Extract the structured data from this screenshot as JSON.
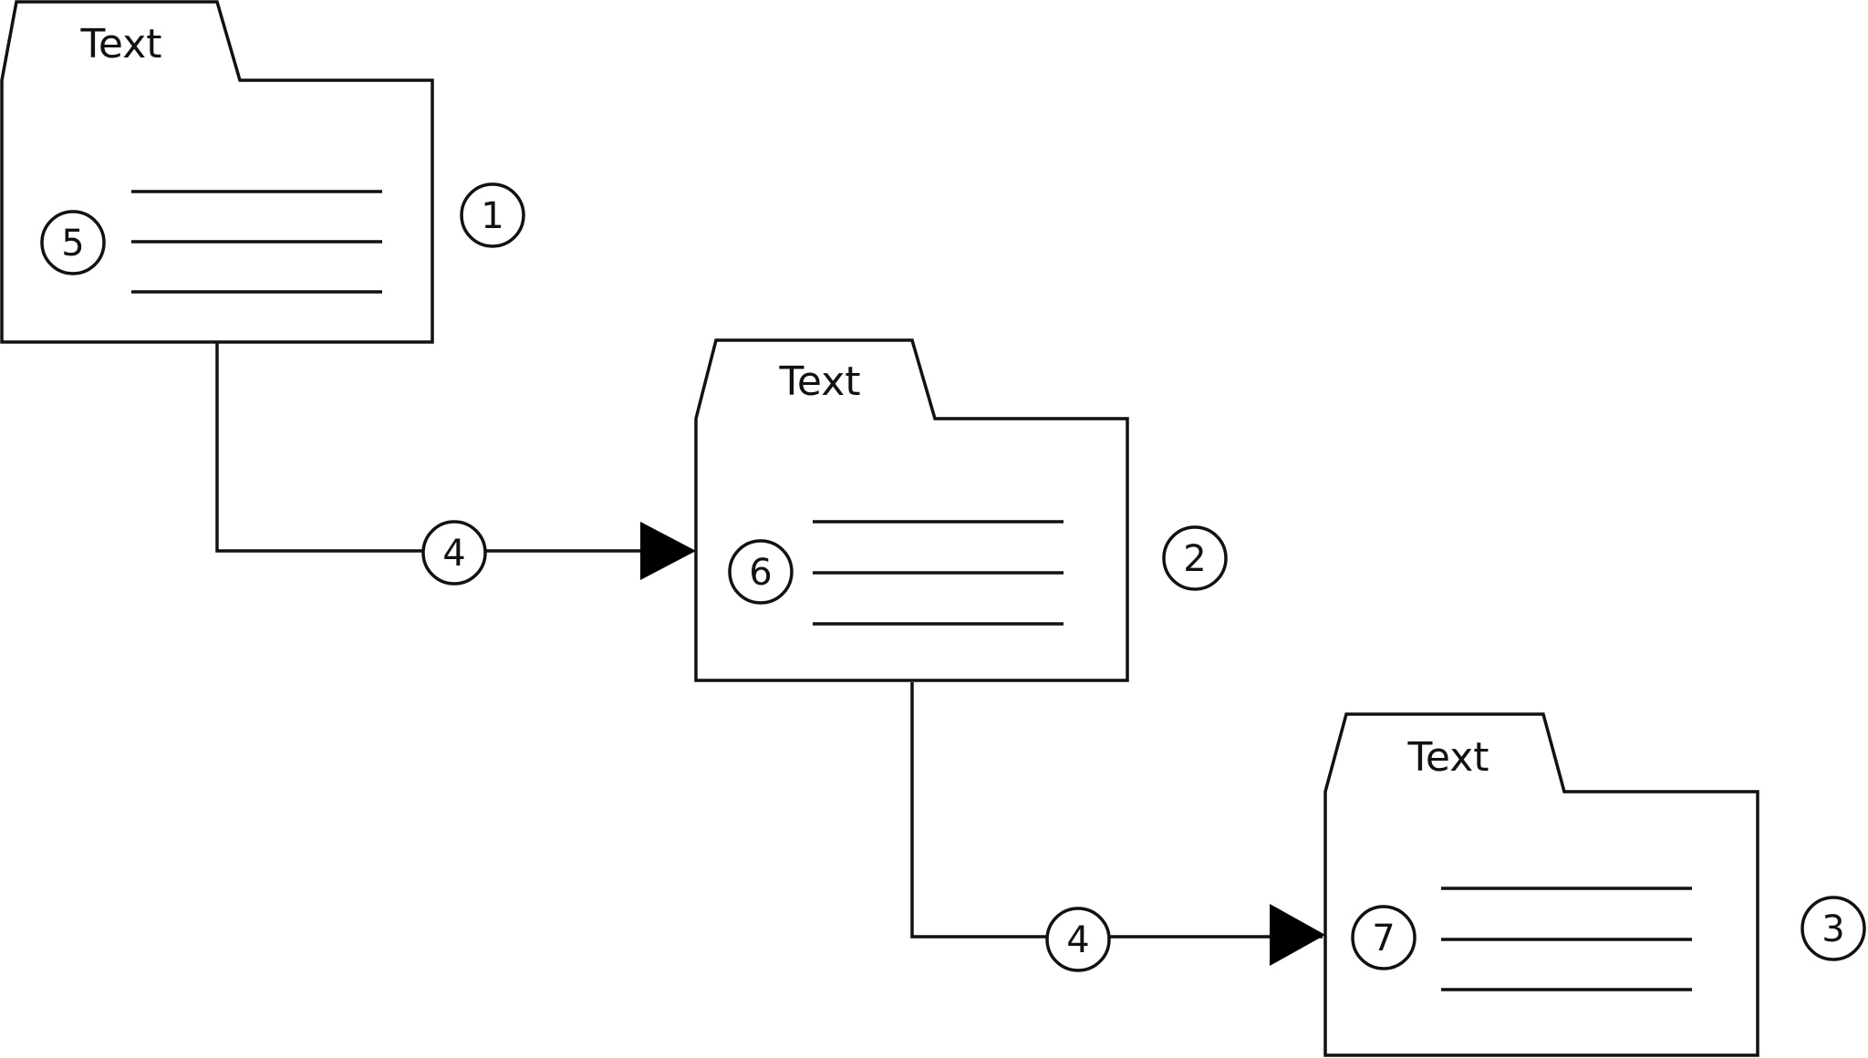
{
  "folders": [
    {
      "label": "Text",
      "ref": "1",
      "inner_ref": "5"
    },
    {
      "label": "Text",
      "ref": "2",
      "inner_ref": "6"
    },
    {
      "label": "Text",
      "ref": "3",
      "inner_ref": "7"
    }
  ],
  "connectors": [
    {
      "ref": "4"
    },
    {
      "ref": "4"
    }
  ],
  "colors": {
    "stroke": "#111111",
    "background": "#ffffff",
    "arrowhead": "#000000"
  }
}
